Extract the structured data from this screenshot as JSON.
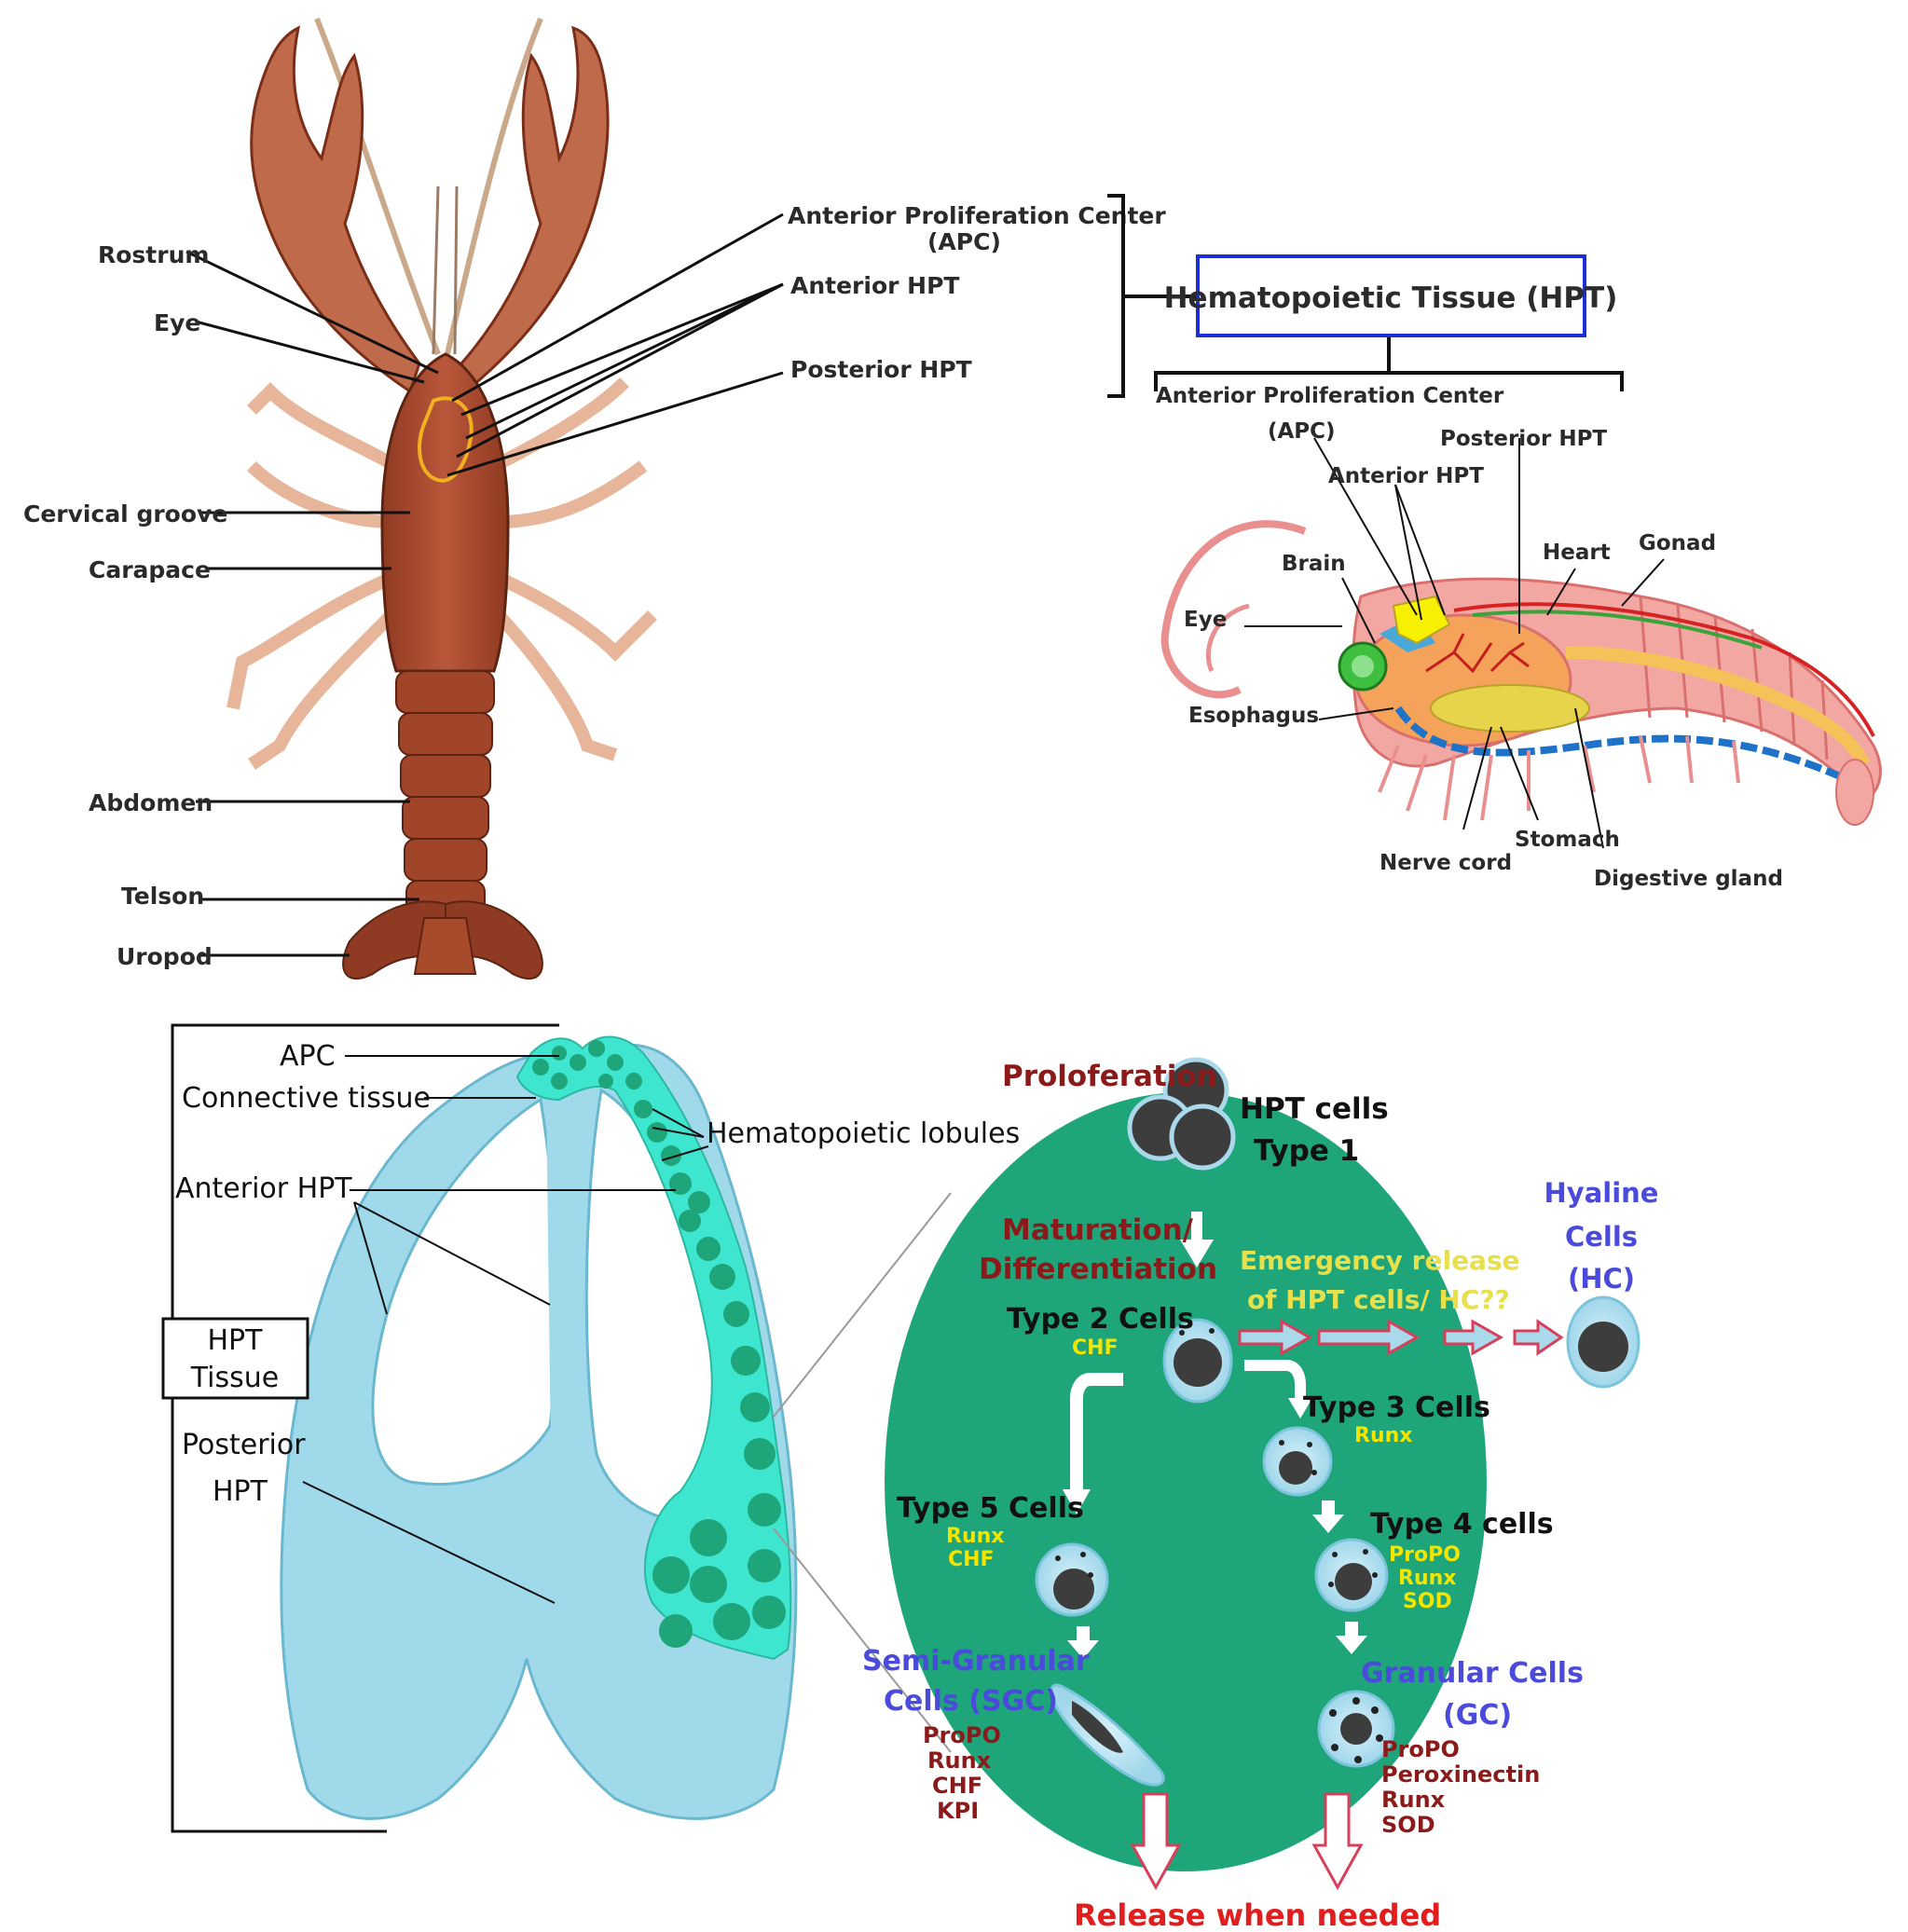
{
  "crayfish": {
    "labels": {
      "rostrum": "Rostrum",
      "eye": "Eye",
      "cervical_groove": "Cervical groove",
      "carapace": "Carapace",
      "abdomen": "Abdomen",
      "telson": "Telson",
      "uropod": "Uropod",
      "apc_line1": "Anterior Proliferation Center",
      "apc_line2": "(APC)",
      "anterior_hpt": "Anterior HPT",
      "posterior_hpt": "Posterior HPT"
    }
  },
  "hpt_box": {
    "title": "Hematopoietic Tissue (HPT)"
  },
  "shrimp": {
    "labels": {
      "apc_line1": "Anterior Proliferation Center",
      "apc_line2": "(APC)",
      "posterior_hpt": "Posterior HPT",
      "anterior_hpt": "Anterior HPT",
      "brain": "Brain",
      "heart": "Heart",
      "gonad": "Gonad",
      "eye": "Eye",
      "esophagus": "Esophagus",
      "nerve_cord": "Nerve cord",
      "stomach": "Stomach",
      "digestive_gland": "Digestive gland"
    }
  },
  "tissue": {
    "labels": {
      "apc": "APC",
      "connective_tissue": "Connective tissue",
      "hematopoietic_lobules": "Hematopoietic lobules",
      "anterior_hpt": "Anterior HPT",
      "hpt_tissue_line1": "HPT",
      "hpt_tissue_line2": "Tissue",
      "posterior_line1": "Posterior",
      "posterior_line2": "HPT"
    }
  },
  "lineage": {
    "proliferation": "Proloferation",
    "hpt_cells_line1": "HPT cells",
    "hpt_cells_line2": "Type 1",
    "maturation_line1": "Maturation/",
    "maturation_line2": "Differentiation",
    "type2": "Type 2 Cells",
    "type2_marker": "CHF",
    "emergency_line1": "Emergency release",
    "emergency_line2": "of HPT cells/ HC??",
    "hyaline_line1": "Hyaline",
    "hyaline_line2": "Cells",
    "hyaline_line3": "(HC)",
    "type3": "Type 3 Cells",
    "type3_marker": "Runx",
    "type5": "Type 5 Cells",
    "type5_markers": [
      "Runx",
      "CHF"
    ],
    "type4": "Type 4 cells",
    "type4_markers": [
      "ProPO",
      "Runx",
      "SOD"
    ],
    "sgc_line1": "Semi-Granular",
    "sgc_line2": "Cells (SGC)",
    "sgc_markers": [
      "ProPO",
      "Runx",
      "CHF",
      "KPI"
    ],
    "gc_line1": "Granular Cells",
    "gc_line2": "(GC)",
    "gc_markers": [
      "ProPO",
      "Peroxinectin",
      "Runx",
      "SOD"
    ],
    "release": "Release when needed"
  },
  "colors": {
    "crayfish_body": "#a84a2c",
    "tissue_blue": "#9fd9ea",
    "lobule_cyan": "#3fe6cf",
    "lobule_dark": "#1fa57a",
    "circle_green": "#1fa57a",
    "label_dark_red": "#8b1a1a",
    "label_yellow": "#f2e600",
    "label_blue": "#4a4adb",
    "release_red": "#e21d1d"
  }
}
